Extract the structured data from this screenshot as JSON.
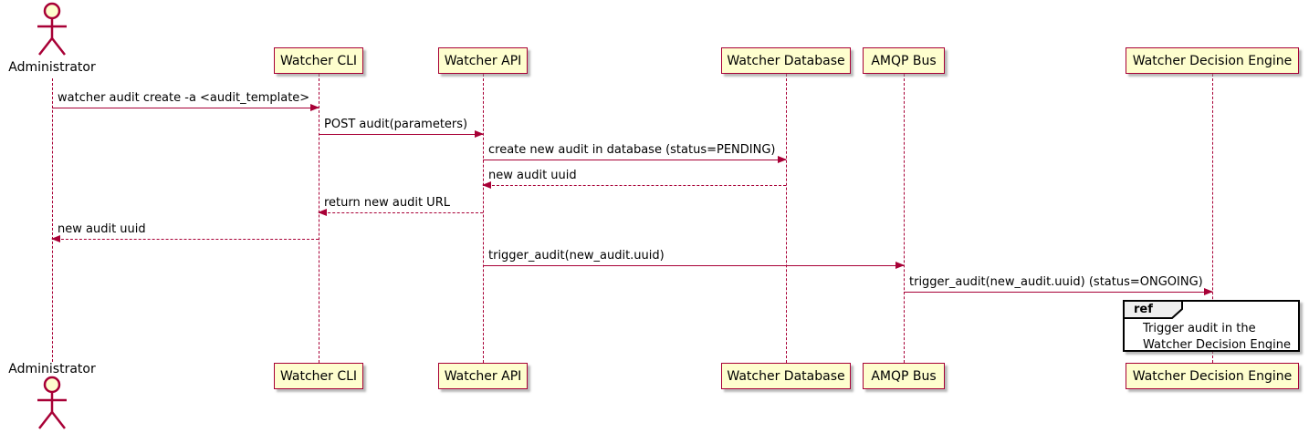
{
  "diagram": {
    "type": "sequence-diagram",
    "tool_style": "plantuml",
    "colors": {
      "participant_fill": "#FEFECE",
      "participant_border": "#A80036",
      "lifeline": "#A80036",
      "arrow": "#A80036",
      "text": "#000000",
      "ref_border": "#000000",
      "ref_header_fill": "#EEEEEE",
      "background": "#FFFFFF"
    },
    "participants": [
      {
        "id": "administrator",
        "label": "Administrator",
        "kind": "actor"
      },
      {
        "id": "watcher-cli",
        "label": "Watcher CLI",
        "kind": "participant"
      },
      {
        "id": "watcher-api",
        "label": "Watcher API",
        "kind": "participant"
      },
      {
        "id": "watcher-database",
        "label": "Watcher Database",
        "kind": "participant"
      },
      {
        "id": "amqp-bus",
        "label": "AMQP Bus",
        "kind": "participant"
      },
      {
        "id": "watcher-decision-engine",
        "label": "Watcher Decision Engine",
        "kind": "participant"
      }
    ],
    "messages": [
      {
        "from": "Administrator",
        "to": "Watcher CLI",
        "label": "watcher audit create -a <audit_template>",
        "style": "solid"
      },
      {
        "from": "Watcher CLI",
        "to": "Watcher API",
        "label": "POST audit(parameters)",
        "style": "solid"
      },
      {
        "from": "Watcher API",
        "to": "Watcher Database",
        "label": "create new audit in database (status=PENDING)",
        "style": "solid"
      },
      {
        "from": "Watcher Database",
        "to": "Watcher API",
        "label": "new audit uuid",
        "style": "dashed"
      },
      {
        "from": "Watcher API",
        "to": "Watcher CLI",
        "label": "return new audit URL",
        "style": "dashed"
      },
      {
        "from": "Watcher CLI",
        "to": "Administrator",
        "label": "new audit uuid",
        "style": "dashed"
      },
      {
        "from": "Watcher API",
        "to": "AMQP Bus",
        "label": "trigger_audit(new_audit.uuid)",
        "style": "solid"
      },
      {
        "from": "AMQP Bus",
        "to": "Watcher Decision Engine",
        "label": "trigger_audit(new_audit.uuid) (status=ONGOING)",
        "style": "solid"
      }
    ],
    "ref": {
      "keyword": "ref",
      "over": "Watcher Decision Engine",
      "lines": [
        "Trigger audit in the",
        "Watcher Decision Engine"
      ]
    }
  }
}
